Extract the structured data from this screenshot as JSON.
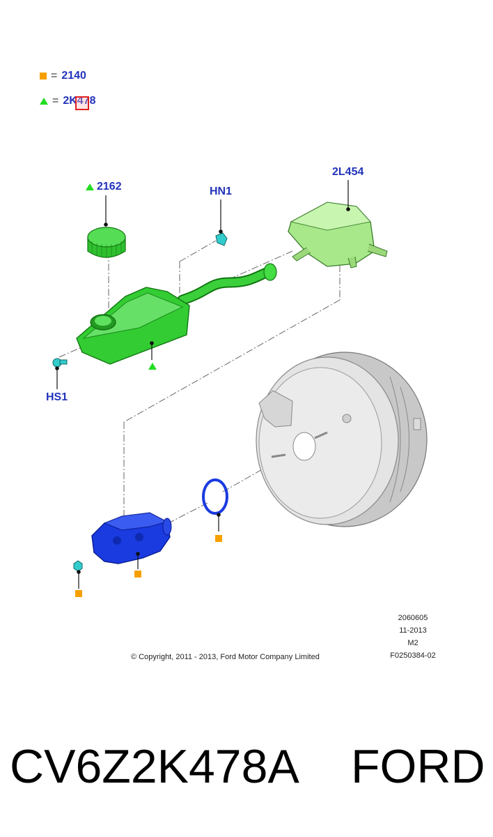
{
  "legend": [
    {
      "symbol": "square",
      "equals": "=",
      "code": "2140"
    },
    {
      "symbol": "triangle",
      "equals": "=",
      "code": "2K478"
    }
  ],
  "callouts": {
    "cap": "2162",
    "bracket": "HN1",
    "reservoir": "2L454",
    "screw": "HS1"
  },
  "meta": {
    "line1": "2060605",
    "line2": "11-2013",
    "line3": "M2",
    "line4": "F0250384-02"
  },
  "copyright": "© Copyright, 2011 - 2013, Ford Motor Company Limited",
  "caption": {
    "part_number": "CV6Z2K478A",
    "brand": "FORD"
  },
  "colors": {
    "label_blue": "#2233bb",
    "square_orange": "#f5a000",
    "triangle_green": "#22dd22",
    "reservoir_green": "#33cc33",
    "remote_reservoir_green": "#a8e88a",
    "master_cylinder_blue": "#1a3be0",
    "booster_gray": "#d8d8d8"
  }
}
